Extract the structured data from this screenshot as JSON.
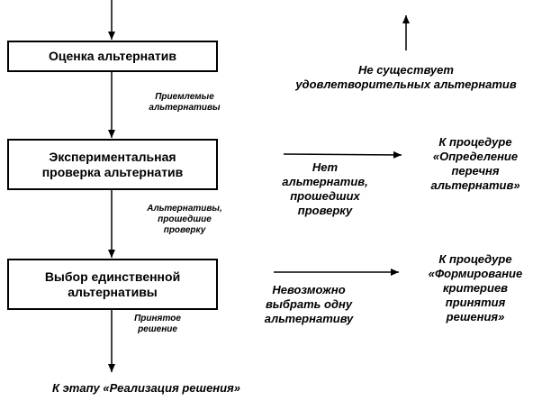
{
  "boxes": {
    "evaluate": "Оценка альтернатив",
    "experiment": "Экспериментальная\nпроверка альтернатив",
    "choose": "Выбор единственной\nальтернативы"
  },
  "labels": {
    "acceptable": "Приемлемые\nальтернативы",
    "no_satisfying": "Не существует\nудовлетворительных альтернатив",
    "passed": "Альтернативы,\nпрошедшие\nпроверку",
    "no_passed": "Нет\nальтернатив,\nпрошедших\nпроверку",
    "to_list": "К процедуре\n«Определение\nперечня\nальтернатив»",
    "cannot_choose": "Невозможно\nвыбрать одну\nальтернативу",
    "to_criteria": "К процедуре\n«Формирование\nкритериев\nпринятия\nрешения»",
    "accepted": "Принятое\nрешение",
    "to_stage": "К этапу «Реализация решения»"
  }
}
